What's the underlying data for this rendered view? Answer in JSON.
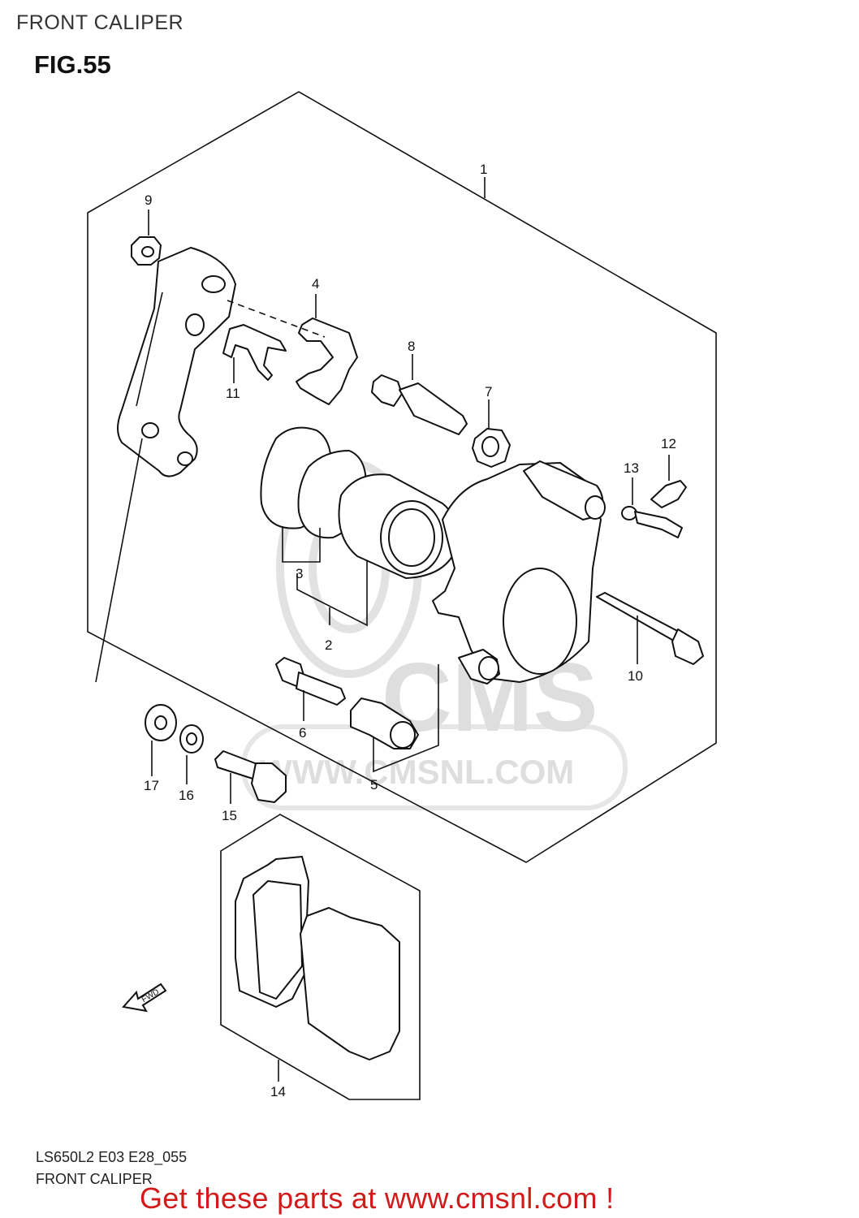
{
  "header": {
    "page_title": "FRONT CALIPER",
    "figure_label": "FIG.55"
  },
  "watermark": {
    "brand": "CMS",
    "url": "WWW.CMSNL.COM"
  },
  "diagram": {
    "direction_marker": "FWD",
    "callouts": [
      "1",
      "2",
      "3",
      "4",
      "5",
      "6",
      "7",
      "8",
      "9",
      "10",
      "11",
      "12",
      "13",
      "14",
      "15",
      "16",
      "17"
    ]
  },
  "footer": {
    "model_code": "LS650L2 E03 E28_055",
    "caption": "FRONT CALIPER",
    "promo_text": "Get these parts at www.cmsnl.com !"
  },
  "colors": {
    "promo": "#d11a1a",
    "line_art": "#111111",
    "watermark": "#e0e0e0"
  }
}
